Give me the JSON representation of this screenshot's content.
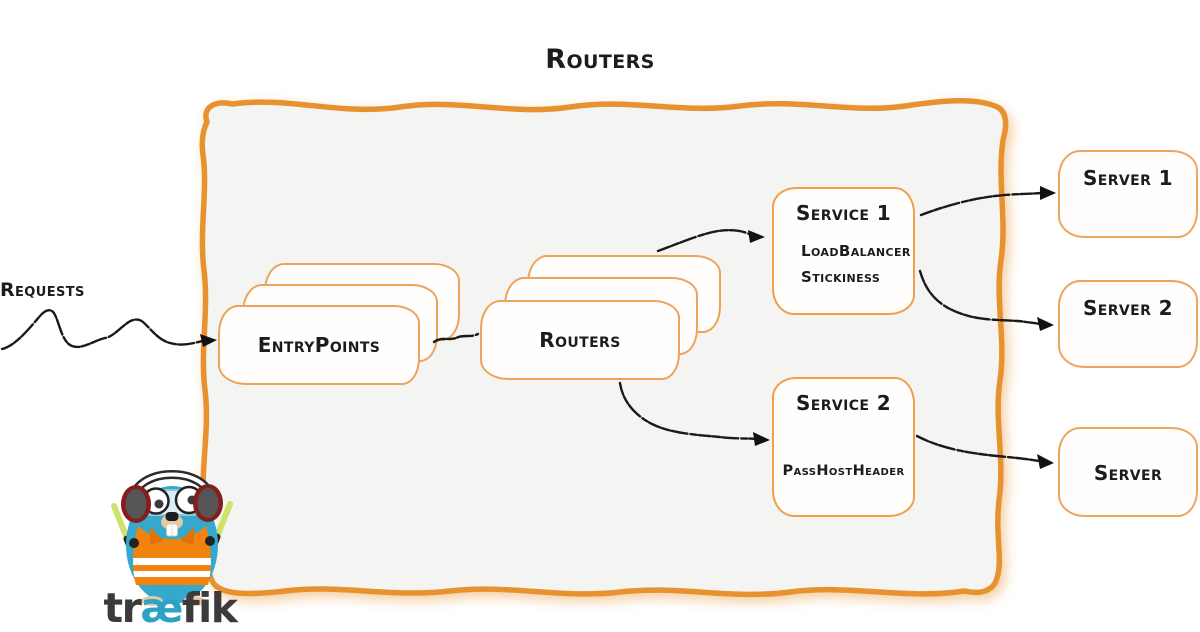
{
  "title": "Routers",
  "requests_label": "Requests",
  "nodes": {
    "entrypoints": {
      "label": "EntryPoints"
    },
    "routers": {
      "label": "Routers"
    },
    "service1": {
      "title": "Service 1",
      "detail1": "LoadBalancer",
      "detail2": "Stickiness"
    },
    "service2": {
      "title": "Service 2",
      "detail1": "PassHostHeader"
    },
    "server1": {
      "label": "Server 1"
    },
    "server2": {
      "label": "Server 2"
    },
    "server3": {
      "label": "Server"
    }
  },
  "logo": {
    "part_tr": "tr",
    "part_ae": "æ",
    "part_fik": "fik"
  },
  "colors": {
    "box_border": "#E8922F",
    "box_fill": "#F4F4F2",
    "card_border": "#ECA45C",
    "arrow": "#1A1A1A",
    "logo_blue": "#35A9CC",
    "logo_vest_orange": "#F2830D",
    "logo_ae_teal": "#2AA3C4"
  }
}
